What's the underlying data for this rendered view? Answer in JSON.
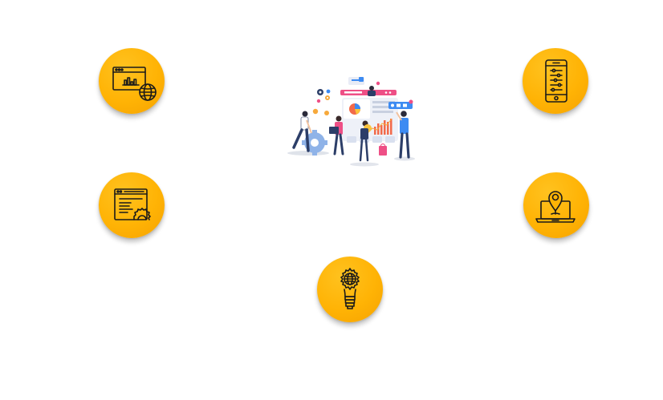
{
  "colors": {
    "accent": "#ffb305",
    "icon_stroke": "#1a1a1a",
    "background": "#ffffff"
  },
  "features": [
    {
      "id": "analytics",
      "icon": "browser-chart-globe-icon"
    },
    {
      "id": "web-development",
      "icon": "browser-gear-icon"
    },
    {
      "id": "mobile-app",
      "icon": "smartphone-sliders-icon"
    },
    {
      "id": "local-seo",
      "icon": "laptop-location-pin-icon"
    },
    {
      "id": "digital-idea",
      "icon": "lightbulb-globe-icon"
    }
  ],
  "hero": {
    "icon": "team-dashboard-illustration"
  }
}
